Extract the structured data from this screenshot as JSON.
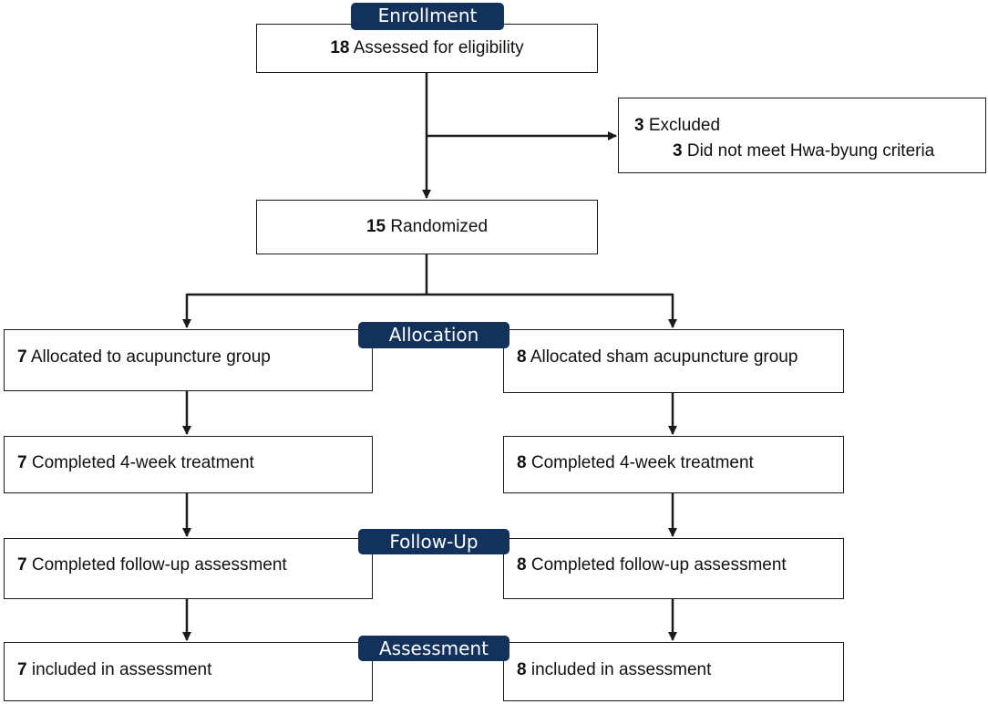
{
  "colors": {
    "stage_fill": "#12325b",
    "line": "#1a1a1a"
  },
  "stages": {
    "enrollment": "Enrollment",
    "allocation": "Allocation",
    "follow_up": "Follow-Up",
    "assessment": "Assessment"
  },
  "enrollment": {
    "assessed": {
      "n": "18",
      "text": "Assessed for eligibility"
    },
    "excluded": {
      "n": "3",
      "text": "Excluded"
    },
    "excluded_reason": {
      "n": "3",
      "text": "Did not meet Hwa-byung criteria"
    },
    "randomized": {
      "n": "15",
      "text": "Randomized"
    }
  },
  "acupuncture": {
    "allocated": {
      "n": "7",
      "text": "Allocated to acupuncture group"
    },
    "completed": {
      "n": "7",
      "text": "Completed 4-week treatment"
    },
    "follow_up": {
      "n": "7",
      "text": "Completed follow-up assessment"
    },
    "included": {
      "n": "7",
      "text": "included in assessment"
    }
  },
  "sham": {
    "allocated": {
      "n": "8",
      "text": "Allocated sham acupuncture group"
    },
    "completed": {
      "n": "8",
      "text": "Completed 4-week treatment"
    },
    "follow_up": {
      "n": "8",
      "text": "Completed follow-up assessment"
    },
    "included": {
      "n": "8",
      "text": "included in assessment"
    }
  }
}
